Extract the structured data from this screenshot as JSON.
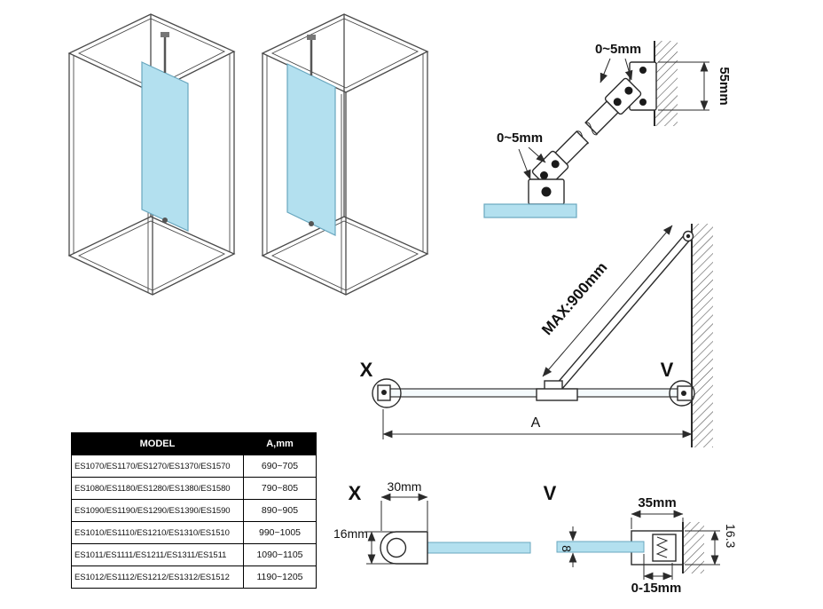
{
  "colors": {
    "glass": "#b3e0ef",
    "glass_edge": "#69a7bf",
    "line": "#2b2b2b"
  },
  "bracket_detail": {
    "gap_top": "0~5mm",
    "gap_bottom": "0~5mm",
    "wall_height": "55mm"
  },
  "plan_view": {
    "max_bar": "MAX:900mm",
    "x_marker": "X",
    "v_marker": "V",
    "width_dim": "A"
  },
  "detail_x": {
    "label": "X",
    "width": "30mm",
    "depth": "16mm"
  },
  "detail_v": {
    "label": "V",
    "width": "35mm",
    "height": "16.3",
    "glass_thickness": "8",
    "adjustment": "0-15mm"
  },
  "table": {
    "headers": {
      "model": "MODEL",
      "a": "A,mm"
    },
    "rows": [
      {
        "model": "ES1070/ES1170/ES1270/ES1370/ES1570",
        "a": "690~705"
      },
      {
        "model": "ES1080/ES1180/ES1280/ES1380/ES1580",
        "a": "790~805"
      },
      {
        "model": "ES1090/ES1190/ES1290/ES1390/ES1590",
        "a": "890~905"
      },
      {
        "model": "ES1010/ES1110/ES1210/ES1310/ES1510",
        "a": "990~1005"
      },
      {
        "model": "ES1011/ES1111/ES1211/ES1311/ES1511",
        "a": "1090~1105"
      },
      {
        "model": "ES1012/ES1112/ES1212/ES1312/ES1512",
        "a": "1190~1205"
      }
    ]
  }
}
